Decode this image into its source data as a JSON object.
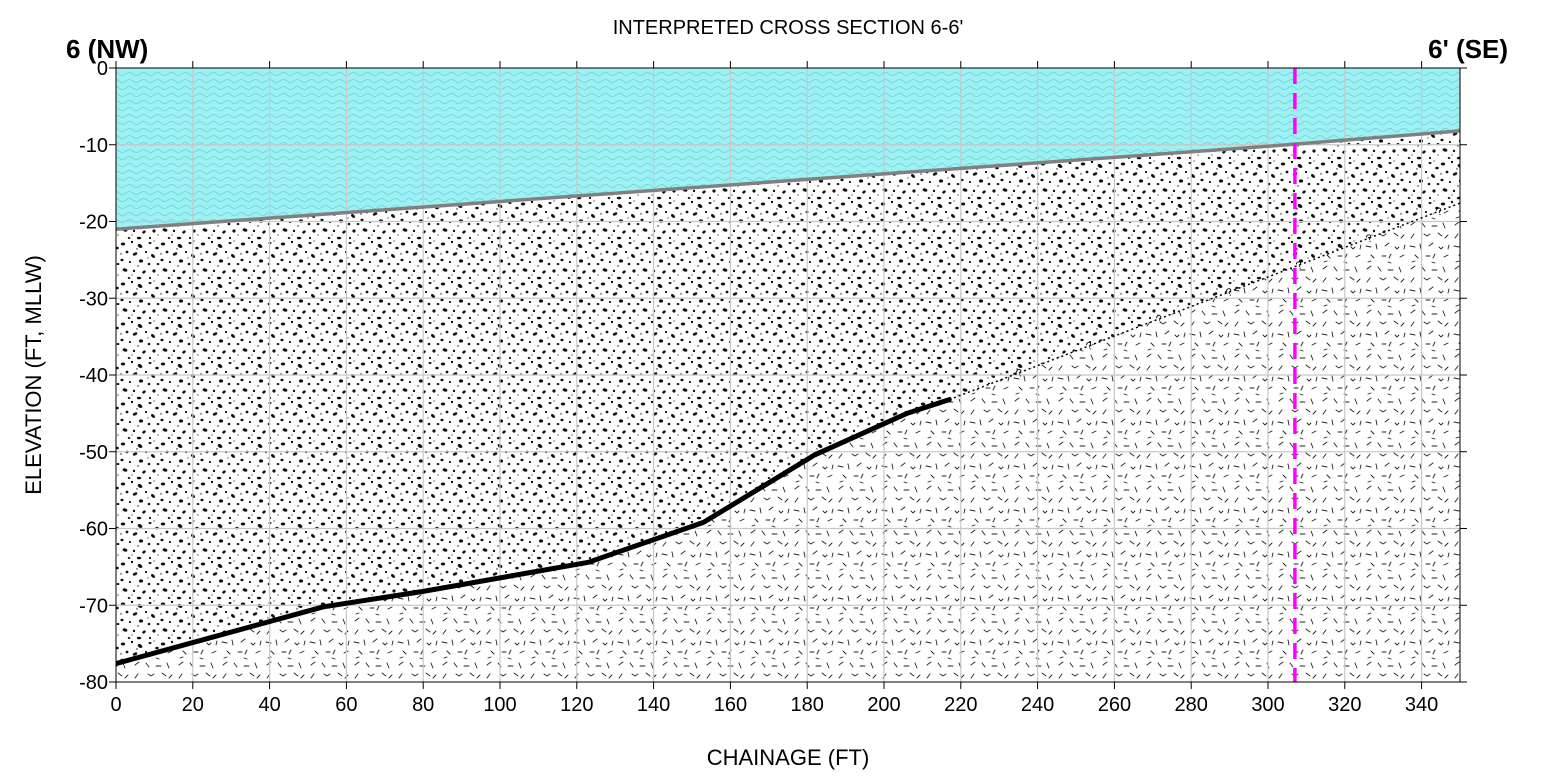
{
  "chart_data": {
    "type": "area",
    "title": "INTERPRETED CROSS SECTION 6-6'",
    "start_label": "6 (NW)",
    "end_label": "6' (SE)",
    "xlabel": "CHAINAGE (FT)",
    "ylabel": "ELEVATION (FT, MLLW)",
    "xlim": [
      0,
      350
    ],
    "ylim": [
      -80,
      0
    ],
    "x_ticks": [
      0,
      20,
      40,
      60,
      80,
      100,
      120,
      140,
      160,
      180,
      200,
      220,
      240,
      260,
      280,
      300,
      320,
      340
    ],
    "y_ticks": [
      0,
      -10,
      -20,
      -30,
      -40,
      -50,
      -60,
      -70,
      -80
    ],
    "grid": true,
    "series": [
      {
        "layer": "water",
        "fill_color": "#9ff0f3",
        "upper": [
          [
            0,
            0
          ],
          [
            350,
            0
          ]
        ],
        "lower": [
          [
            0,
            -21
          ],
          [
            100,
            -17.4
          ],
          [
            200,
            -13.8
          ],
          [
            300,
            -10.2
          ],
          [
            350,
            -8.2
          ]
        ]
      },
      {
        "layer": "gravelly-sediment",
        "fill_color": "#ffffff",
        "upper": [
          [
            0,
            -21
          ],
          [
            100,
            -17.4
          ],
          [
            200,
            -13.8
          ],
          [
            300,
            -10.2
          ],
          [
            350,
            -8.2
          ]
        ],
        "lower": [
          [
            0,
            -77.6
          ],
          [
            54,
            -70.2
          ],
          [
            80,
            -68.2
          ],
          [
            123,
            -64.4
          ],
          [
            153,
            -59.2
          ],
          [
            182,
            -50.4
          ],
          [
            206,
            -45
          ],
          [
            217,
            -43.2
          ],
          [
            350,
            -17.6
          ]
        ]
      },
      {
        "layer": "bedrock",
        "fill_color": "#ffffff",
        "upper": [
          [
            0,
            -77.6
          ],
          [
            54,
            -70.2
          ],
          [
            80,
            -68.2
          ],
          [
            123,
            -64.4
          ],
          [
            153,
            -59.2
          ],
          [
            182,
            -50.4
          ],
          [
            206,
            -45
          ],
          [
            217,
            -43.2
          ],
          [
            350,
            -17.6
          ]
        ],
        "lower": [
          [
            0,
            -80
          ],
          [
            350,
            -80
          ]
        ]
      }
    ],
    "lines": [
      {
        "role": "seafloor",
        "color": "#808080",
        "style": "solid",
        "points": [
          [
            0,
            -21
          ],
          [
            100,
            -17.4
          ],
          [
            200,
            -13.8
          ],
          [
            300,
            -10.2
          ],
          [
            350,
            -8.2
          ]
        ]
      },
      {
        "role": "interpreted-contact",
        "color": "#000000",
        "style": "solid-thick",
        "points": [
          [
            0,
            -77.6
          ],
          [
            54,
            -70.2
          ],
          [
            80,
            -68.2
          ],
          [
            123,
            -64.4
          ],
          [
            153,
            -59.2
          ],
          [
            182,
            -50.4
          ],
          [
            206,
            -45
          ],
          [
            217,
            -43.2
          ]
        ]
      },
      {
        "role": "inferred-contact",
        "color": "#000000",
        "style": "dotted",
        "marker": "?",
        "points": [
          [
            217,
            -43.2
          ],
          [
            350,
            -17.6
          ]
        ]
      },
      {
        "role": "intersection-marker",
        "color": "#ff00ff",
        "style": "dashed",
        "points": [
          [
            307,
            0
          ],
          [
            307,
            -80
          ]
        ]
      }
    ]
  }
}
